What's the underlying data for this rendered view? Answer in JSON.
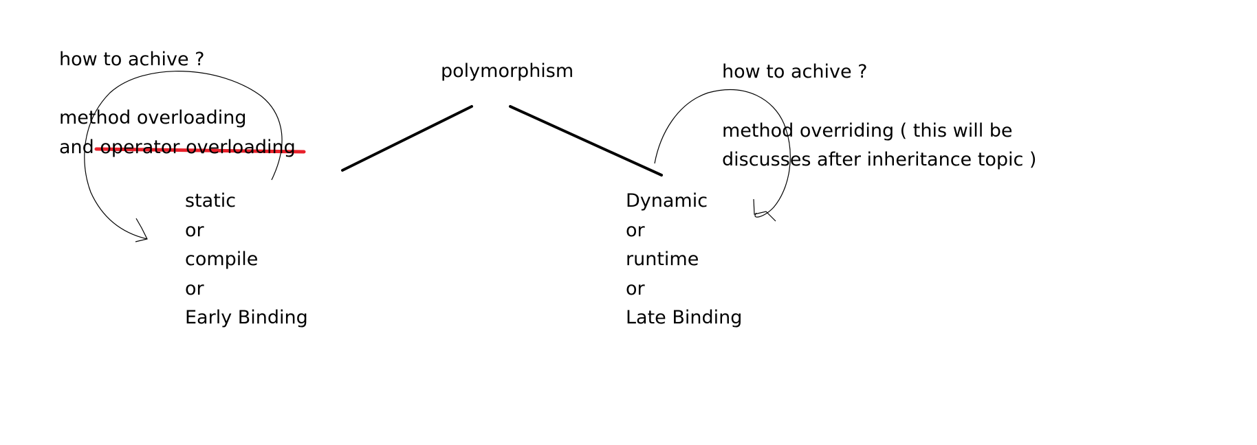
{
  "diagram": {
    "root": {
      "label": "polymorphism"
    },
    "left_branch": {
      "note": {
        "question": "how to achive ?",
        "answer_line1": "method overloading",
        "answer_line2_prefix": "and",
        "answer_line2_struck": "operator overloading"
      },
      "node_lines": [
        "static",
        "or",
        "compile",
        "or",
        "Early Binding"
      ]
    },
    "right_branch": {
      "note": {
        "question": "how to achive ?",
        "answer_line1": "method overriding ( this will be",
        "answer_line2": "discusses after inheritance topic )"
      },
      "node_lines": [
        "Dynamic",
        "or",
        "runtime",
        "or",
        "Late Binding"
      ]
    }
  },
  "colors": {
    "ink": "#000000",
    "strike": "#e8202a",
    "background": "#ffffff"
  }
}
